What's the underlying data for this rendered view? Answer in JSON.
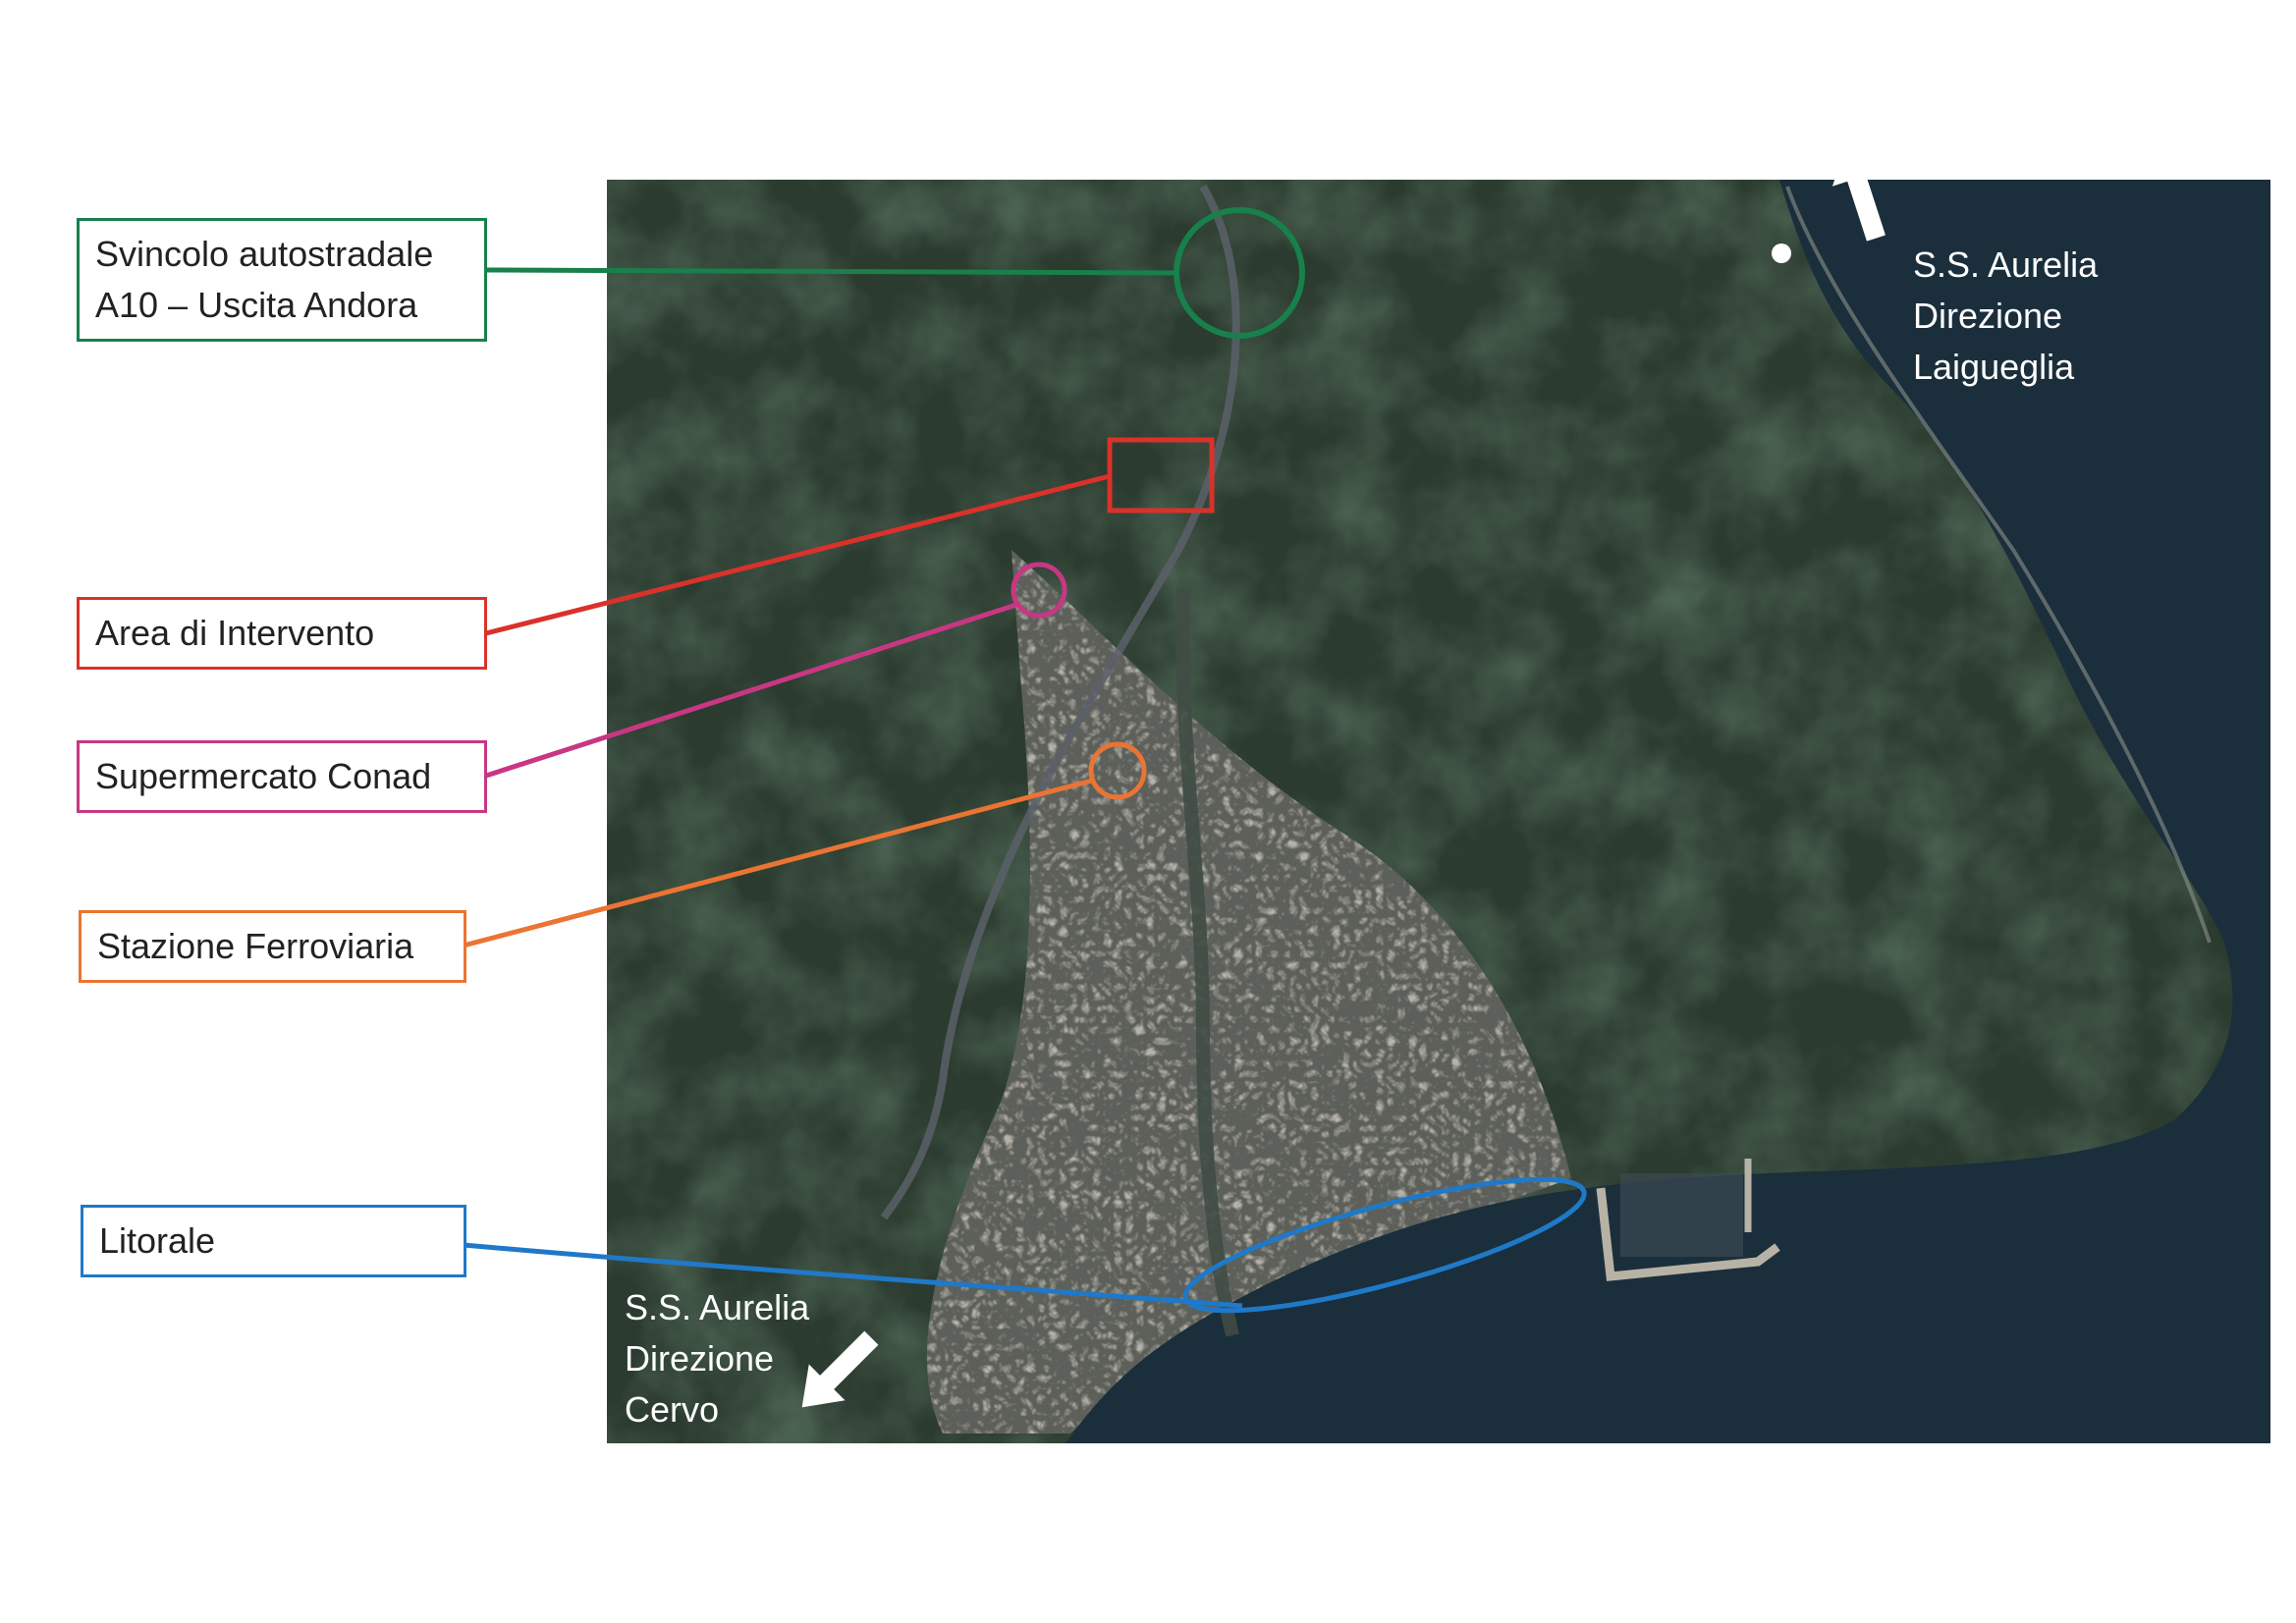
{
  "colors": {
    "motorway": "#17804b",
    "intervention_area": "#d9322b",
    "supermarket": "#c83783",
    "station": "#ea7433",
    "coast": "#1f79c8",
    "map_label": "#ffffff"
  },
  "legend": [
    {
      "key": "motorway",
      "lines": [
        "Svincolo autostradale",
        "A10 – Uscita Andora"
      ]
    },
    {
      "key": "intervention_area",
      "lines": [
        "Area di Intervento"
      ]
    },
    {
      "key": "supermarket",
      "lines": [
        "Supermercato Conad"
      ]
    },
    {
      "key": "station",
      "lines": [
        "Stazione Ferroviaria"
      ]
    },
    {
      "key": "coast",
      "lines": [
        "Litorale"
      ]
    }
  ],
  "directions": {
    "north": {
      "lines": [
        "S.S. Aurelia",
        "Direzione",
        "Laigueglia"
      ],
      "arrow_icon": "arrow-up-icon"
    },
    "south": {
      "lines": [
        "S.S. Aurelia",
        "Direzione",
        "Cervo"
      ],
      "arrow_icon": "arrow-down-left-icon"
    }
  }
}
